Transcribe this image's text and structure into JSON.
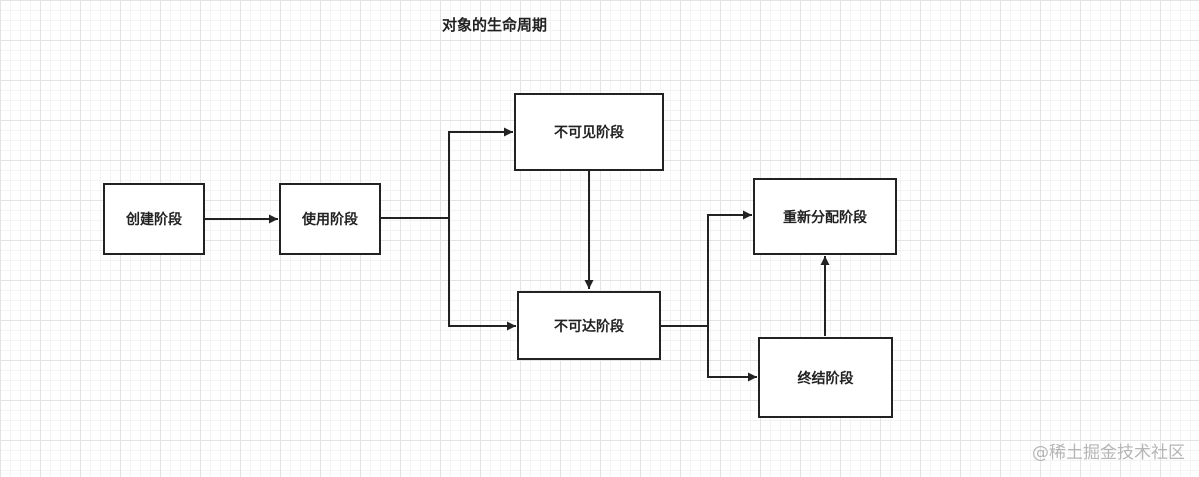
{
  "title": "对象的生命周期",
  "nodes": {
    "create": "创建阶段",
    "use": "使用阶段",
    "invisible": "不可见阶段",
    "unreachable": "不可达阶段",
    "reallocate": "重新分配阶段",
    "finalize": "终结阶段"
  },
  "edges": [
    {
      "from": "create",
      "to": "use"
    },
    {
      "from": "use",
      "to": "invisible"
    },
    {
      "from": "use",
      "to": "unreachable"
    },
    {
      "from": "invisible",
      "to": "unreachable"
    },
    {
      "from": "unreachable",
      "to": "reallocate"
    },
    {
      "from": "unreachable",
      "to": "finalize"
    },
    {
      "from": "finalize",
      "to": "reallocate"
    }
  ],
  "watermark": "@稀土掘金技术社区",
  "colors": {
    "stroke": "#222222",
    "watermark": "#b5b5b5"
  }
}
